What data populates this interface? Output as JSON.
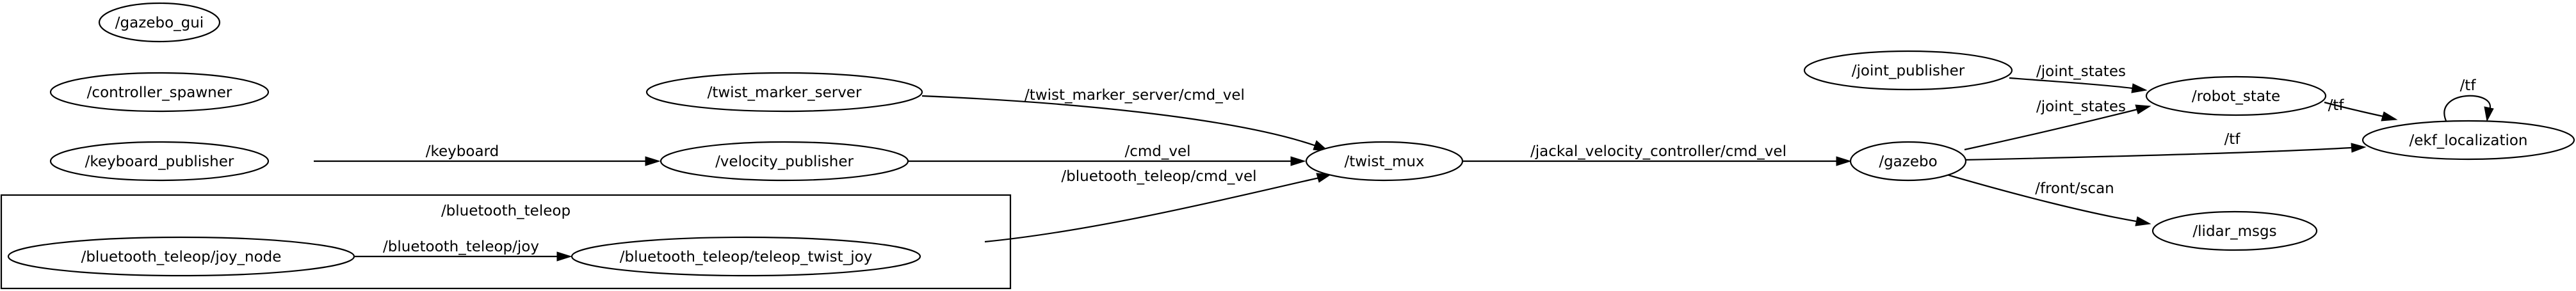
{
  "graph": {
    "title": "",
    "clusters": [
      {
        "id": "bluetooth_teleop",
        "label": "/bluetooth_teleop"
      }
    ],
    "nodes": [
      {
        "id": "gazebo_gui",
        "label": "/gazebo_gui",
        "cluster": ""
      },
      {
        "id": "controller_spawner",
        "label": "/controller_spawner",
        "cluster": ""
      },
      {
        "id": "keyboard_publisher",
        "label": "/keyboard_publisher",
        "cluster": ""
      },
      {
        "id": "twist_marker_server",
        "label": "/twist_marker_server",
        "cluster": ""
      },
      {
        "id": "velocity_publisher",
        "label": "/velocity_publisher",
        "cluster": ""
      },
      {
        "id": "joy_node",
        "label": "/bluetooth_teleop/joy_node",
        "cluster": "bluetooth_teleop"
      },
      {
        "id": "teleop_twist_joy",
        "label": "/bluetooth_teleop/teleop_twist_joy",
        "cluster": "bluetooth_teleop"
      },
      {
        "id": "twist_mux",
        "label": "/twist_mux",
        "cluster": ""
      },
      {
        "id": "gazebo",
        "label": "/gazebo",
        "cluster": ""
      },
      {
        "id": "joint_publisher",
        "label": "/joint_publisher",
        "cluster": ""
      },
      {
        "id": "robot_state",
        "label": "/robot_state",
        "cluster": ""
      },
      {
        "id": "ekf_localization",
        "label": "/ekf_localization",
        "cluster": ""
      },
      {
        "id": "lidar_msgs",
        "label": "/lidar_msgs",
        "cluster": ""
      }
    ],
    "edges": [
      {
        "id": "keyboard",
        "from": "keyboard_publisher",
        "to": "velocity_publisher",
        "label": "/keyboard"
      },
      {
        "id": "twist_marker_cmd_vel",
        "from": "twist_marker_server",
        "to": "twist_mux",
        "label": "/twist_marker_server/cmd_vel"
      },
      {
        "id": "cmd_vel",
        "from": "velocity_publisher",
        "to": "twist_mux",
        "label": "/cmd_vel"
      },
      {
        "id": "bluetooth_cmd_vel",
        "from": "teleop_twist_joy",
        "to": "twist_mux",
        "label": "/bluetooth_teleop/cmd_vel"
      },
      {
        "id": "joy",
        "from": "joy_node",
        "to": "teleop_twist_joy",
        "label": "/bluetooth_teleop/joy"
      },
      {
        "id": "jackal_cmd_vel",
        "from": "twist_mux",
        "to": "gazebo",
        "label": "/jackal_velocity_controller/cmd_vel"
      },
      {
        "id": "joint_states_1",
        "from": "joint_publisher",
        "to": "robot_state",
        "label": "/joint_states"
      },
      {
        "id": "joint_states_2",
        "from": "gazebo",
        "to": "robot_state",
        "label": "/joint_states"
      },
      {
        "id": "tf_robot_state",
        "from": "robot_state",
        "to": "ekf_localization",
        "label": "/tf"
      },
      {
        "id": "tf_gazebo",
        "from": "gazebo",
        "to": "ekf_localization",
        "label": "/tf"
      },
      {
        "id": "tf_self",
        "from": "ekf_localization",
        "to": "ekf_localization",
        "label": "/tf"
      },
      {
        "id": "front_scan",
        "from": "gazebo",
        "to": "lidar_msgs",
        "label": "/front/scan"
      }
    ]
  }
}
